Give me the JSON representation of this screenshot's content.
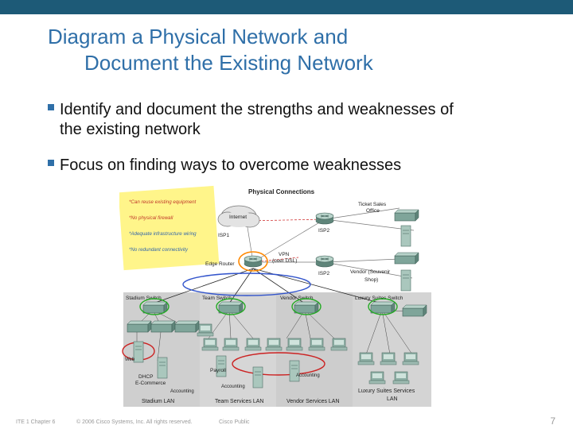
{
  "colors": {
    "topbar": "#1d5a77",
    "title": "#2f6fa8",
    "bullet_marker": "#2f6fa8",
    "note": "#fff58a",
    "highlight_red": "#cc2222",
    "highlight_green": "#22aa22",
    "highlight_blue": "#3355cc",
    "highlight_orange": "#ff8800"
  },
  "title": {
    "line1": "Diagram a Physical Network and",
    "line2": "Document the Existing Network"
  },
  "bullets": [
    {
      "line1": "Identify and document the strengths and weaknesses of",
      "line2": "the existing network"
    },
    {
      "line1": "Focus on finding ways to overcome weaknesses"
    }
  ],
  "diagram": {
    "title": "Physical Connections",
    "notes": [
      "*Can reuse existing equipment",
      "*No physical firewall",
      "*Adequate infrastructure wiring",
      "*No redundant connectivity"
    ],
    "labels": {
      "internet": "Internet",
      "isp1": "ISP1",
      "isp2_top": "ISP2",
      "isp2_mid": "ISP2",
      "edge_router": "Edge Router",
      "vpn_line1": "VPN",
      "vpn_line2": "(over DSL)",
      "ticket_line1": "Ticket Sales",
      "ticket_line2": "Office",
      "vendor_line1": "Vendor (Souvenir",
      "vendor_line2": "Shop)",
      "stadium_switch": "Stadium Switch",
      "team_switch": "Team Switch",
      "vendor_switch": "Vendor Switch",
      "luxury_switch": "Luxury Suites Switch",
      "web": "Web",
      "dhcp": "DHCP",
      "ecommerce": "E-Commerce",
      "accounting_stadium": "Accounting",
      "payroll": "Payroll",
      "accounting_team": "Accounting",
      "accounting_vendor": "Accounting",
      "stadium_lan": "Stadium LAN",
      "team_lan": "Team Services LAN",
      "vendor_lan": "Vendor Services LAN",
      "luxury_lan_line1": "Luxury Suites Services",
      "luxury_lan_line2": "LAN"
    }
  },
  "footer": {
    "chapter": "ITE 1 Chapter 6",
    "copyright": "© 2006 Cisco Systems, Inc. All rights reserved.",
    "classification": "Cisco Public",
    "page": "7"
  }
}
